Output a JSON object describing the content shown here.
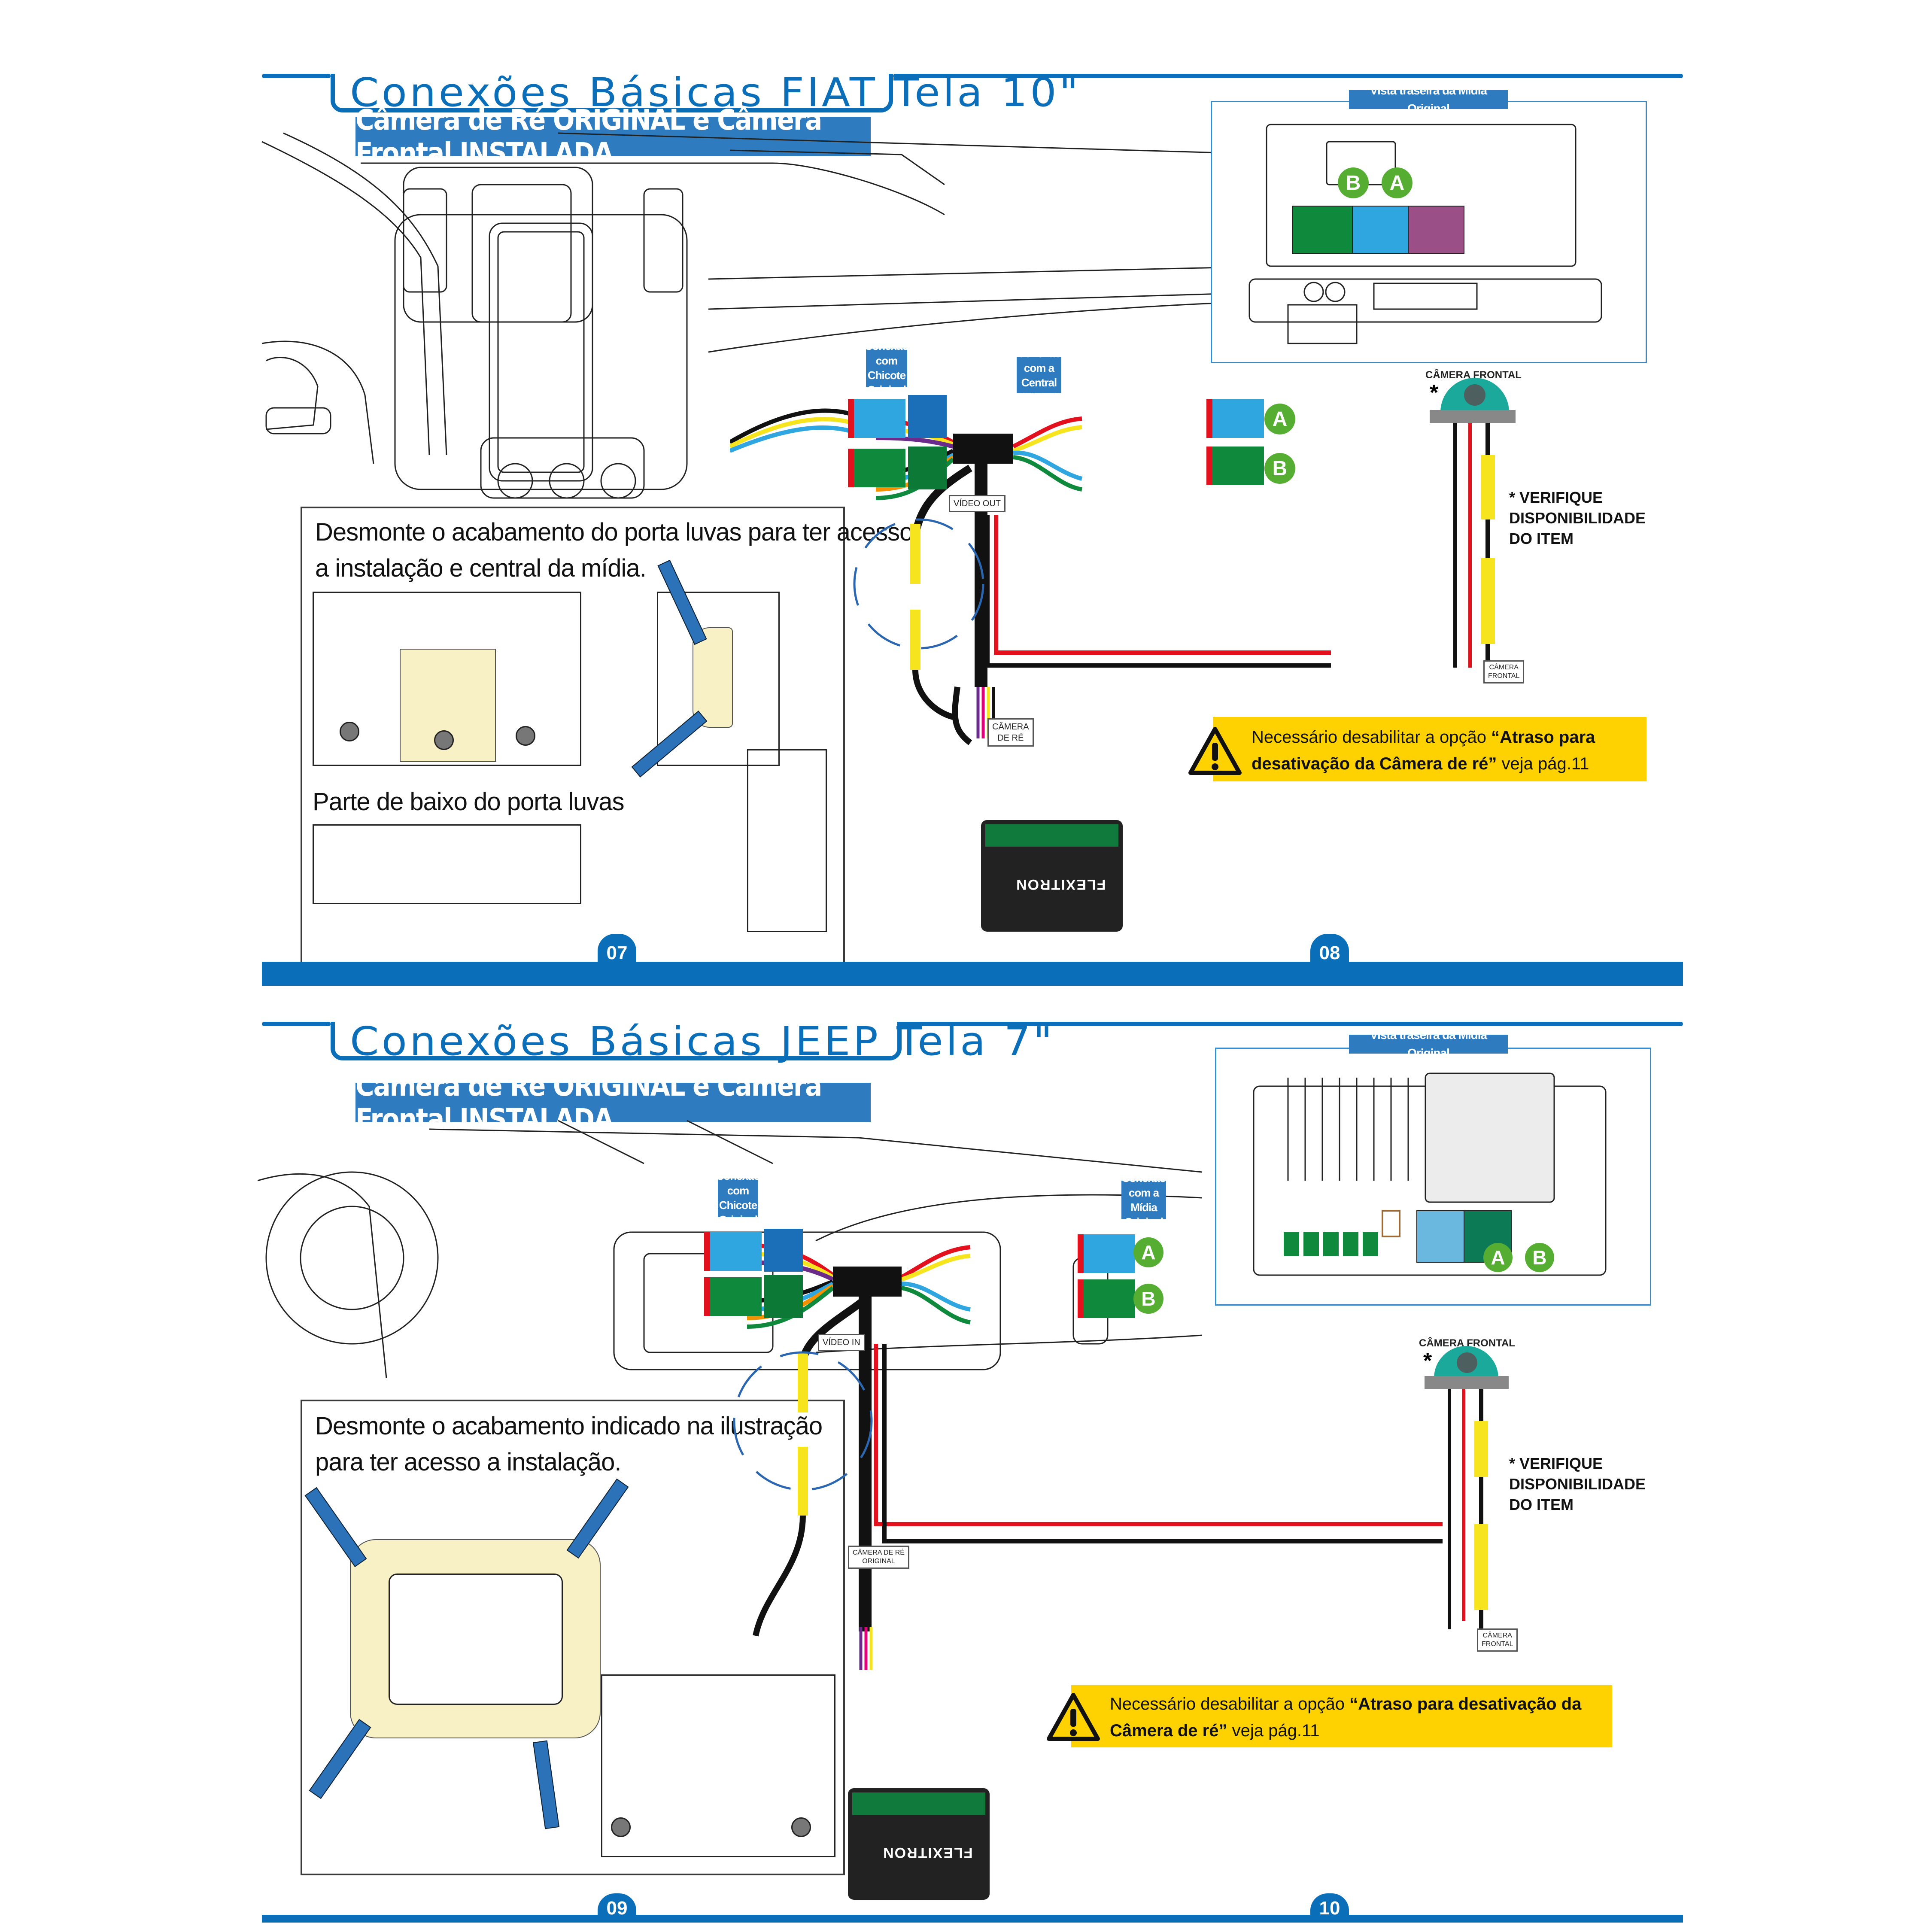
{
  "sections": [
    {
      "title": "Conexões Básicas FIAT Tela 10\"",
      "subtitle": "Câmera de Ré ORIGINAL e Câmera Frontal INSTALADA",
      "rear_view_label": "Vista traseira da Mídia Original",
      "harness_label": "Conexão com\nChicote Original",
      "unit_label": "Conexão com a\nCentral Original",
      "connector_badges": [
        "A",
        "B"
      ],
      "rear_view_badges": [
        "B",
        "A"
      ],
      "video_tag": "VÍDEO OUT",
      "rear_cam_tag": "CÂMERA\nDE RÉ",
      "front_cam_tag": "CÂMERA\nFRONTAL",
      "front_cam_heading": "CÂMERA FRONTAL",
      "asterisk": "*",
      "verify_note": "* VERIFIQUE\nDISPONIBILIDADE\nDO ITEM",
      "instructions": "Desmonte o acabamento do porta luvas para ter acesso\na instalação e central da mídia.",
      "sub_instructions": "Parte de baixo do porta luvas",
      "warning": {
        "prefix": "Necessário desabilitar a opção ",
        "bold": "“Atraso para desativação da Câmera de ré”",
        "suffix": " veja pág.11"
      },
      "module_brand": "FLEXITRON",
      "pages": [
        "07",
        "08"
      ]
    },
    {
      "title": "Conexões Básicas JEEP Tela 7\"",
      "subtitle": "Câmera de Ré ORIGINAL e Câmera Frontal INSTALADA",
      "rear_view_label": "Vista traseira da Mídia Original",
      "harness_label": "Conexão com\nChicote Original",
      "unit_label": "Conexão com a\nMídia Original",
      "connector_badges": [
        "A",
        "B"
      ],
      "rear_view_badges": [
        "A",
        "B"
      ],
      "video_tag": "VÍDEO IN",
      "rear_cam_tag": "CÂMERA DE RÉ\nORIGINAL",
      "front_cam_tag": "CÂMERA\nFRONTAL",
      "front_cam_heading": "CÂMERA FRONTAL",
      "asterisk": "*",
      "verify_note": "* VERIFIQUE\nDISPONIBILIDADE\nDO ITEM",
      "instructions": "Desmonte o acabamento indicado na ilustração\npara ter acesso a instalação.",
      "warning": {
        "prefix": "Necessário desabilitar a opção ",
        "bold": "“Atraso para desativação da Câmera de ré”",
        "suffix": " veja pág.11"
      },
      "module_brand": "FLEXITRON",
      "pages": [
        "09",
        "10"
      ]
    }
  ],
  "colors": {
    "brand_blue": "#0a6fb8",
    "label_blue": "#2f7bbf",
    "badge_green": "#55ad32",
    "warning_yellow": "#fdd200",
    "connector_a_blue": "#2fa6e0",
    "connector_b_green": "#0f8a3c",
    "connector_c_purple": "#9a4f86",
    "camera_teal": "#1aa99a",
    "rca_yellow": "#f5e41e"
  }
}
